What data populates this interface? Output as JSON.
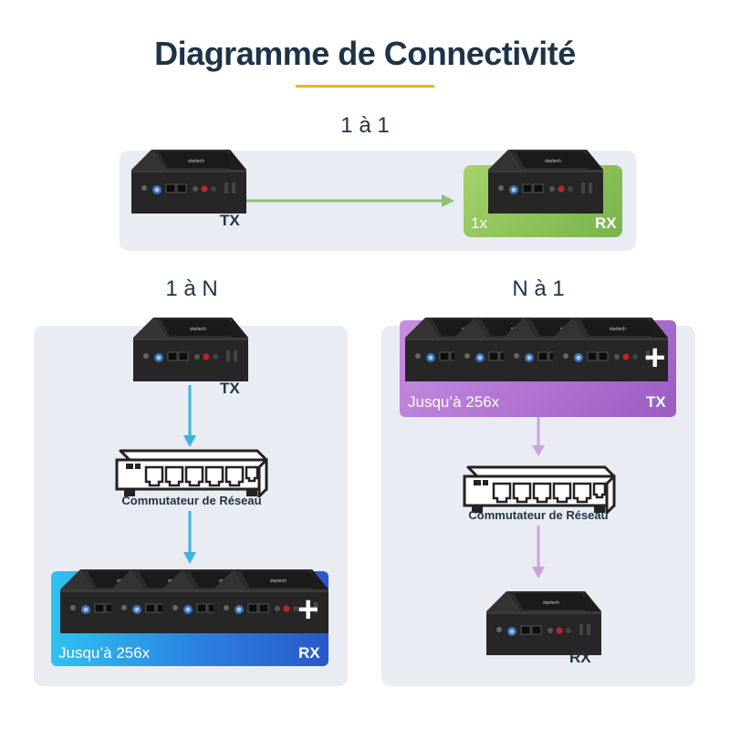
{
  "title": "Diagramme de Connectivité",
  "sections": {
    "one_to_one": {
      "label": "1 à 1",
      "tx": "TX",
      "rx": "RX",
      "count": "1x"
    },
    "one_to_n": {
      "label": "1 à N",
      "tx": "TX",
      "switch": "Commutateur de Réseau",
      "count": "Jusqu’à 256x",
      "rx": "RX",
      "plus": "+"
    },
    "n_to_one": {
      "label": "N à 1",
      "count": "Jusqu’à 256x",
      "tx": "TX",
      "switch": "Commutateur de Réseau",
      "rx": "RX",
      "plus": "+"
    }
  },
  "colors": {
    "title": "#1f3347",
    "accent_underline": "#f5b21b",
    "panel": "#e9ecf2",
    "green_arrow": "#8cc078",
    "blue_arrow": "#3cb3dd",
    "purple_arrow": "#c7a4df"
  },
  "icons": [
    "extender-device-icon",
    "network-switch-icon",
    "arrow-icon",
    "plus-icon"
  ]
}
